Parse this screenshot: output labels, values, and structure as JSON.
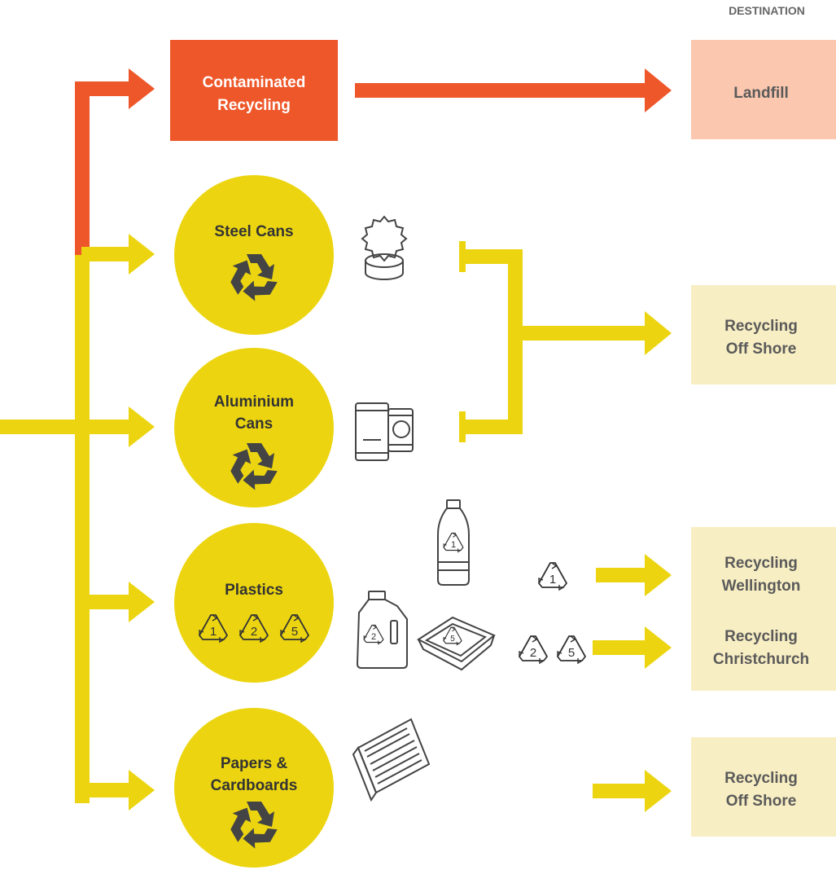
{
  "colors": {
    "red": "#ee572a",
    "yellow": "#ecd510",
    "landfill_fill": "#fbc7ae",
    "recycle_box_fill": "#f8eec3",
    "dark_text": "#5a5a5a",
    "white_text": "#ffffff",
    "icon_dark": "#444444",
    "destination_label": "#666666"
  },
  "header": {
    "destination_label": "DESTINATION"
  },
  "contaminated": {
    "line1": "Contaminated",
    "line2": "Recycling"
  },
  "categories": {
    "steel": {
      "line1": "Steel Cans",
      "icon": "recycle-icon",
      "item_icon": "steel-can-icon"
    },
    "aluminium": {
      "line1": "Aluminium",
      "line2": "Cans",
      "icon": "recycle-icon",
      "item_icon": "aluminium-cans-icon"
    },
    "plastics": {
      "line1": "Plastics",
      "codes": [
        "1",
        "2",
        "5"
      ],
      "item_icons": [
        "plastic-bottle-icon",
        "plastic-jug-icon",
        "plastic-tray-icon"
      ]
    },
    "papers": {
      "line1": "Papers &",
      "line2": "Cardboards",
      "icon": "recycle-icon",
      "item_icon": "newspaper-icon"
    }
  },
  "plastic_routes": {
    "wellington_codes": [
      "1"
    ],
    "christchurch_codes": [
      "2",
      "5"
    ]
  },
  "destinations": {
    "landfill": {
      "line1": "Landfill"
    },
    "offshore_cans": {
      "line1": "Recycling",
      "line2": "Off Shore"
    },
    "wellington": {
      "line1": "Recycling",
      "line2": "Wellington"
    },
    "christchurch": {
      "line1": "Recycling",
      "line2": "Christchurch"
    },
    "offshore_paper": {
      "line1": "Recycling",
      "line2": "Off Shore"
    }
  }
}
